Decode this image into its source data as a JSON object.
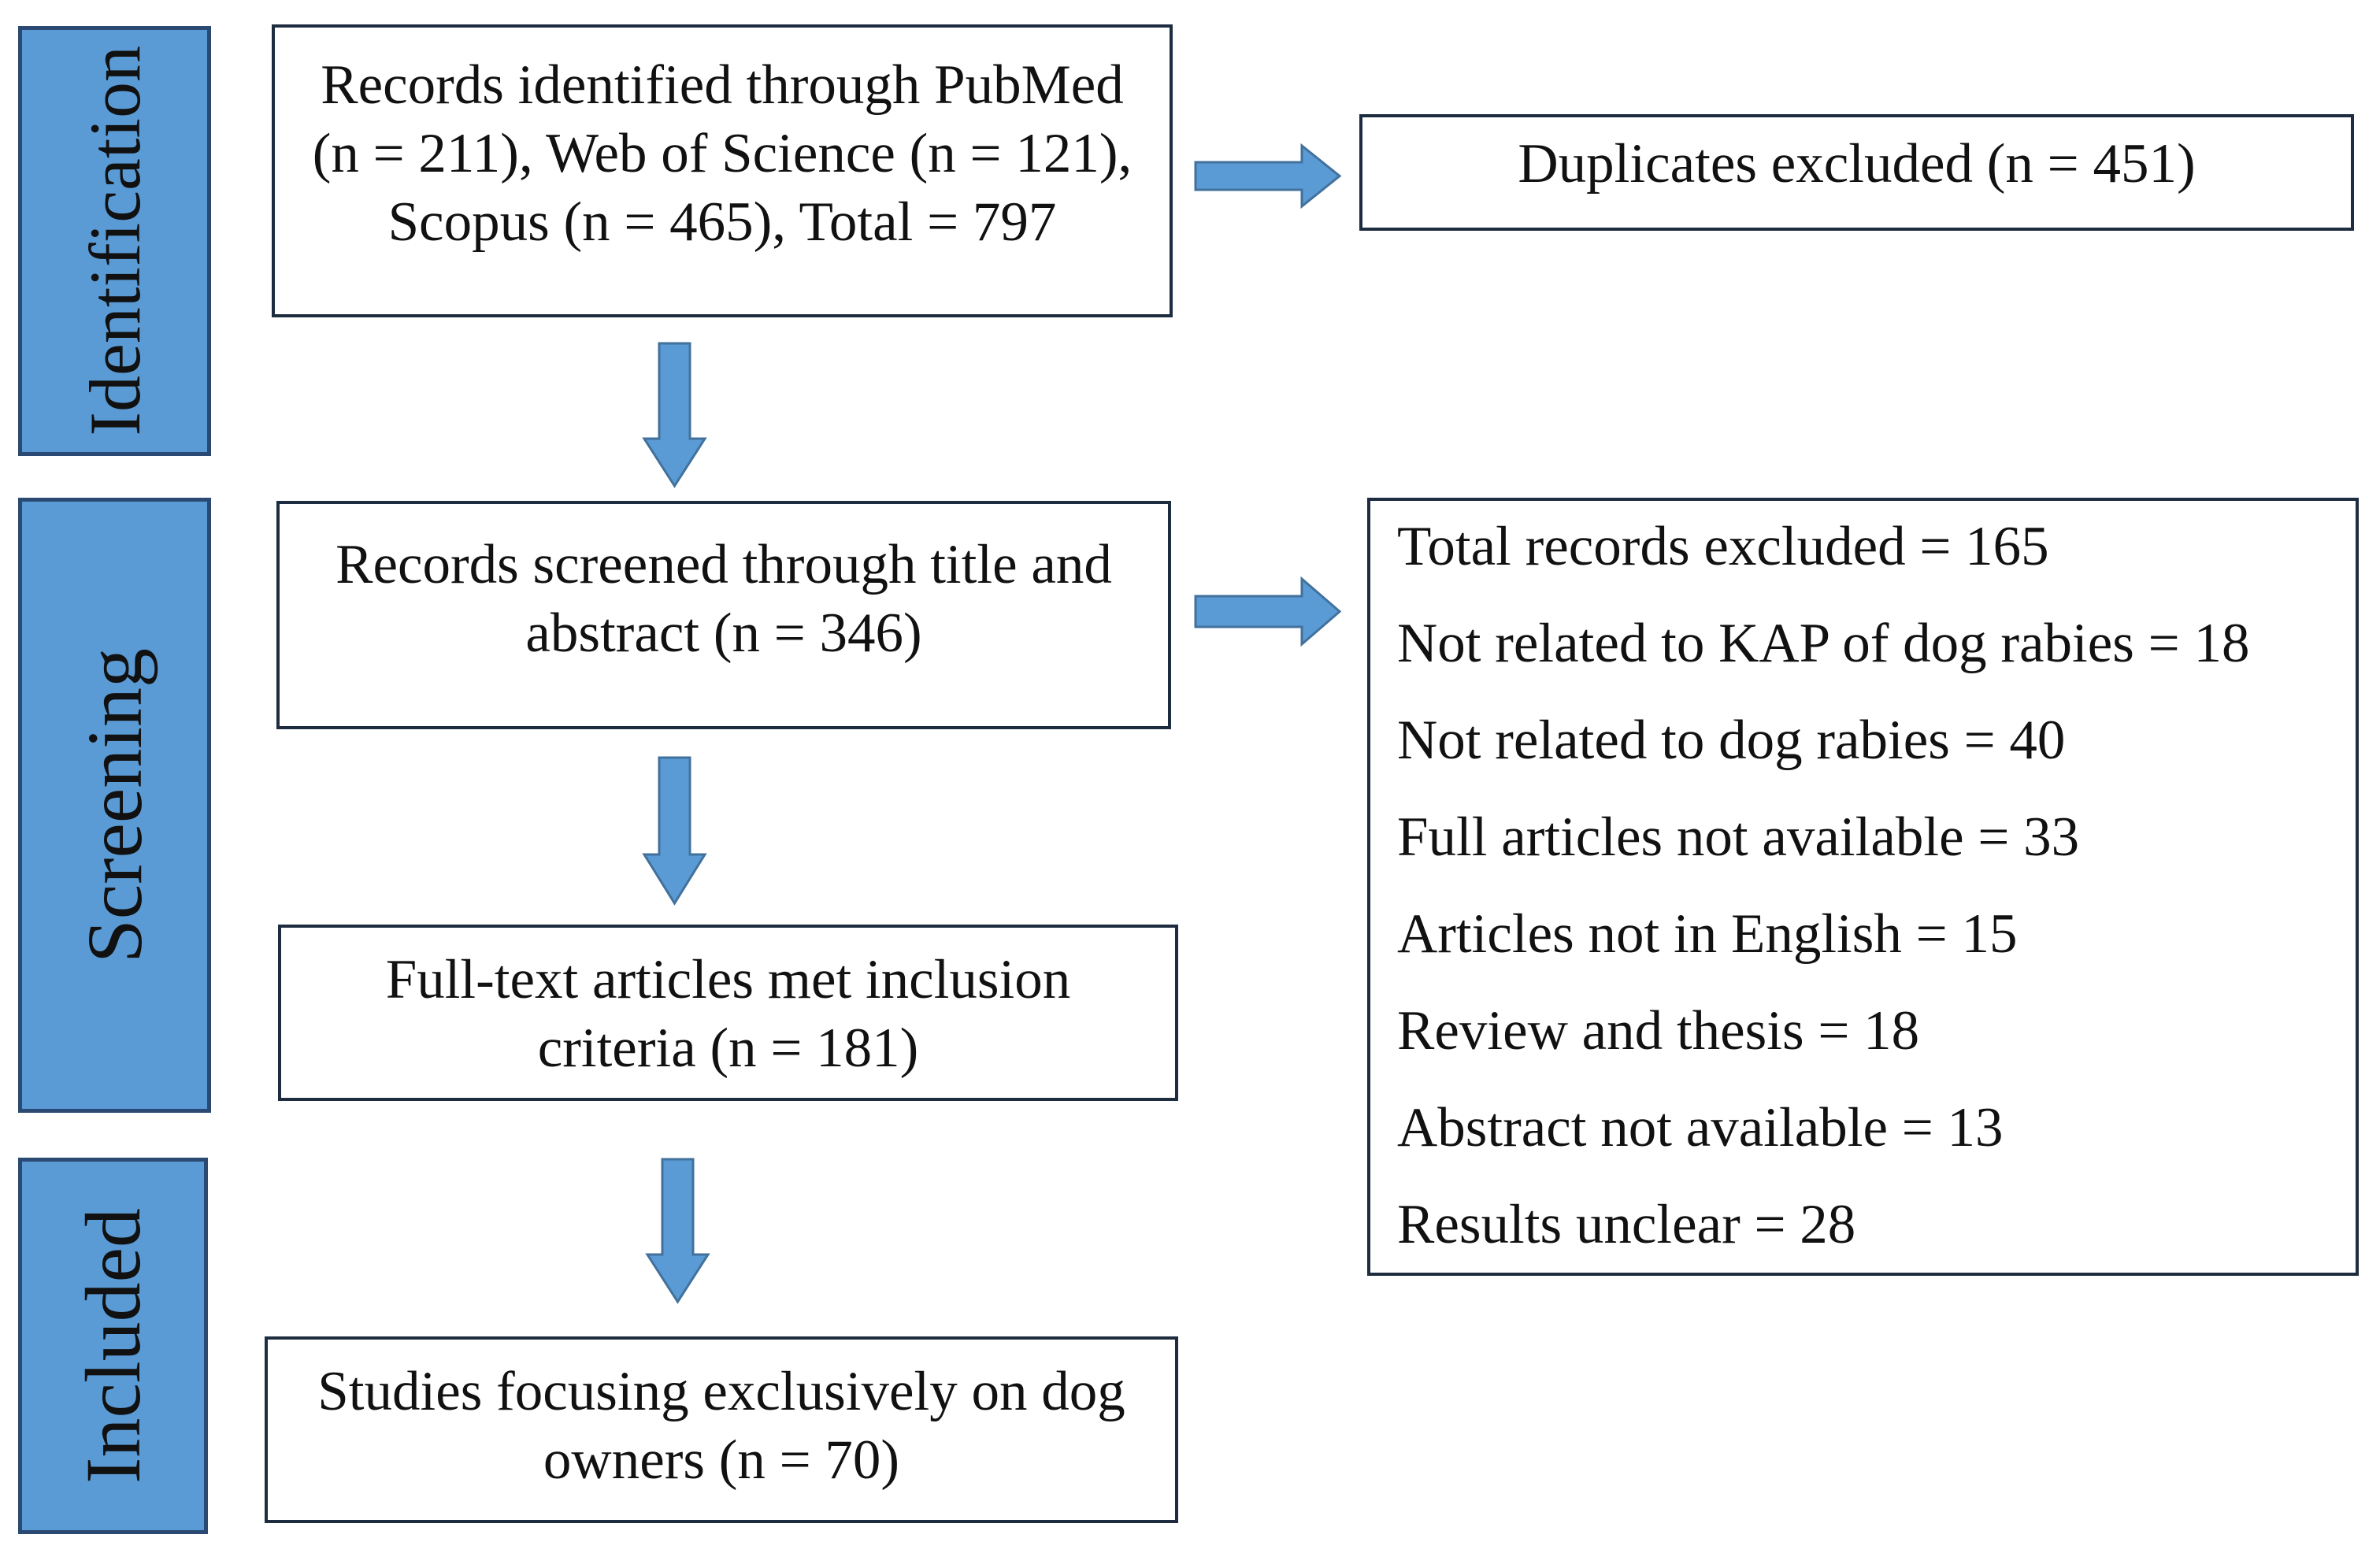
{
  "stages": {
    "identification": "Identification",
    "screening": "Screening",
    "included": "Included"
  },
  "identified": {
    "lines": [
      "Records identified through PubMed",
      "(n = 211), Web of Science (n = 121),",
      "Scopus (n = 465), Total = 797"
    ]
  },
  "duplicates": {
    "text": "Duplicates excluded (n = 451)"
  },
  "screened": {
    "lines": [
      "Records screened through title and",
      "abstract (n = 346)"
    ]
  },
  "excluded": {
    "total": "Total records excluded = 165",
    "reasons": [
      "Not related to KAP of dog rabies = 18",
      "Not related to dog rabies = 40",
      "Full articles not available = 33",
      "Articles not in English = 15",
      "Review and thesis = 18",
      "Abstract not available = 13",
      "Results unclear = 28"
    ]
  },
  "full_text": {
    "lines": [
      "Full-text articles met inclusion",
      "criteria (n = 181)"
    ]
  },
  "included_studies": {
    "lines": [
      "Studies focusing exclusively on dog",
      "owners (n = 70)"
    ]
  },
  "colors": {
    "stage_fill": "#5B9BD5",
    "stage_border": "#2A4A73",
    "arrow_fill": "#5B9BD5",
    "arrow_border": "#41719C",
    "box_border": "#1D2C3F",
    "text": "#111111"
  }
}
